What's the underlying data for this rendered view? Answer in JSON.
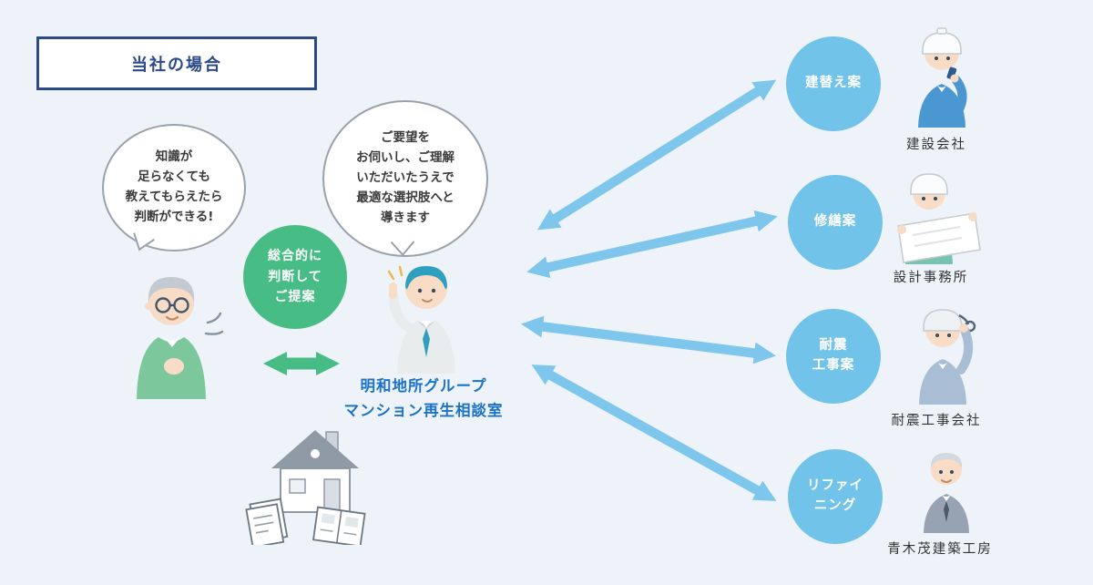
{
  "colors": {
    "background": "#edf3f9",
    "navy": "#2c4a87",
    "green": "#47bd85",
    "option_blue": "#72c3e9",
    "arrow_blue": "#7ec6ec",
    "consultant_label_blue": "#1b72c6",
    "bubble_border": "#99a1ab"
  },
  "title_box": {
    "label": "当社の場合"
  },
  "client": {
    "bubble_lines": [
      "知識が",
      "足らなくても",
      "教えてもらえたら",
      "判断ができる!"
    ]
  },
  "green_badge": {
    "lines": [
      "総合的に",
      "判断して",
      "ご提案"
    ]
  },
  "consultant": {
    "bubble_lines": [
      "ご要望を",
      "お伺いし、ご理解",
      "いただいたうえで",
      "最適な選択肢へと",
      "導きます"
    ],
    "label_lines": [
      "明和地所グループ",
      "マンション再生相談室"
    ]
  },
  "options": [
    {
      "circle_lines": [
        "建替え案"
      ],
      "partner": "建設会社"
    },
    {
      "circle_lines": [
        "修繕案"
      ],
      "partner": "設計事務所"
    },
    {
      "circle_lines": [
        "耐震",
        "工事案"
      ],
      "partner": "耐震工事会社"
    },
    {
      "circle_lines": [
        "リファイ",
        "ニング"
      ],
      "partner": "青木茂建築工房"
    }
  ],
  "illustrations": {
    "client": "elderly-resident",
    "consultant": "consultant-pointing-up",
    "house": "house-with-documents",
    "partners": [
      "construction-worker",
      "architect-with-blueprint",
      "seismic-engineer",
      "senior-architect"
    ]
  }
}
